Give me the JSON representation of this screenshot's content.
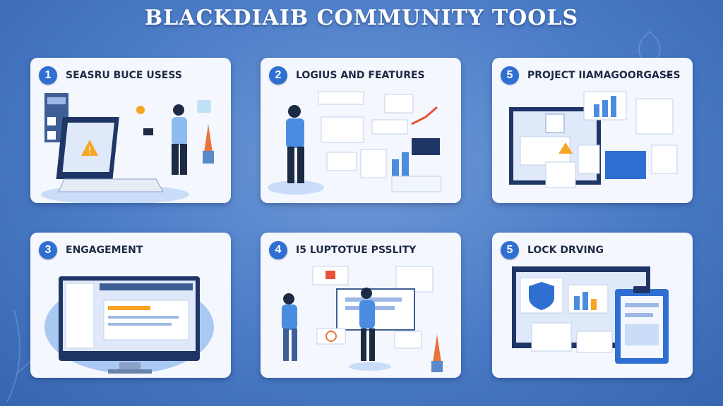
{
  "page": {
    "title": "BLACKDIAIB COMMUNITY TOOLS"
  },
  "cards": [
    {
      "number": "1",
      "title": "SEASRU BUCE USESS"
    },
    {
      "number": "2",
      "title": "LOGIUS AND FEATURES"
    },
    {
      "number": "5",
      "title": "PROJECT IIAMAGOORGASE̶S"
    },
    {
      "number": "3",
      "title": "ENGAGEMENT"
    },
    {
      "number": "4",
      "title": "I5 LUPTOTUE PSSLITY"
    },
    {
      "number": "5",
      "title": "LOCK DRVING"
    }
  ],
  "colors": {
    "accent": "#2f6fd1",
    "background": "#4a7bc6",
    "card": "#f4f7fd",
    "warning": "#f5a623"
  }
}
